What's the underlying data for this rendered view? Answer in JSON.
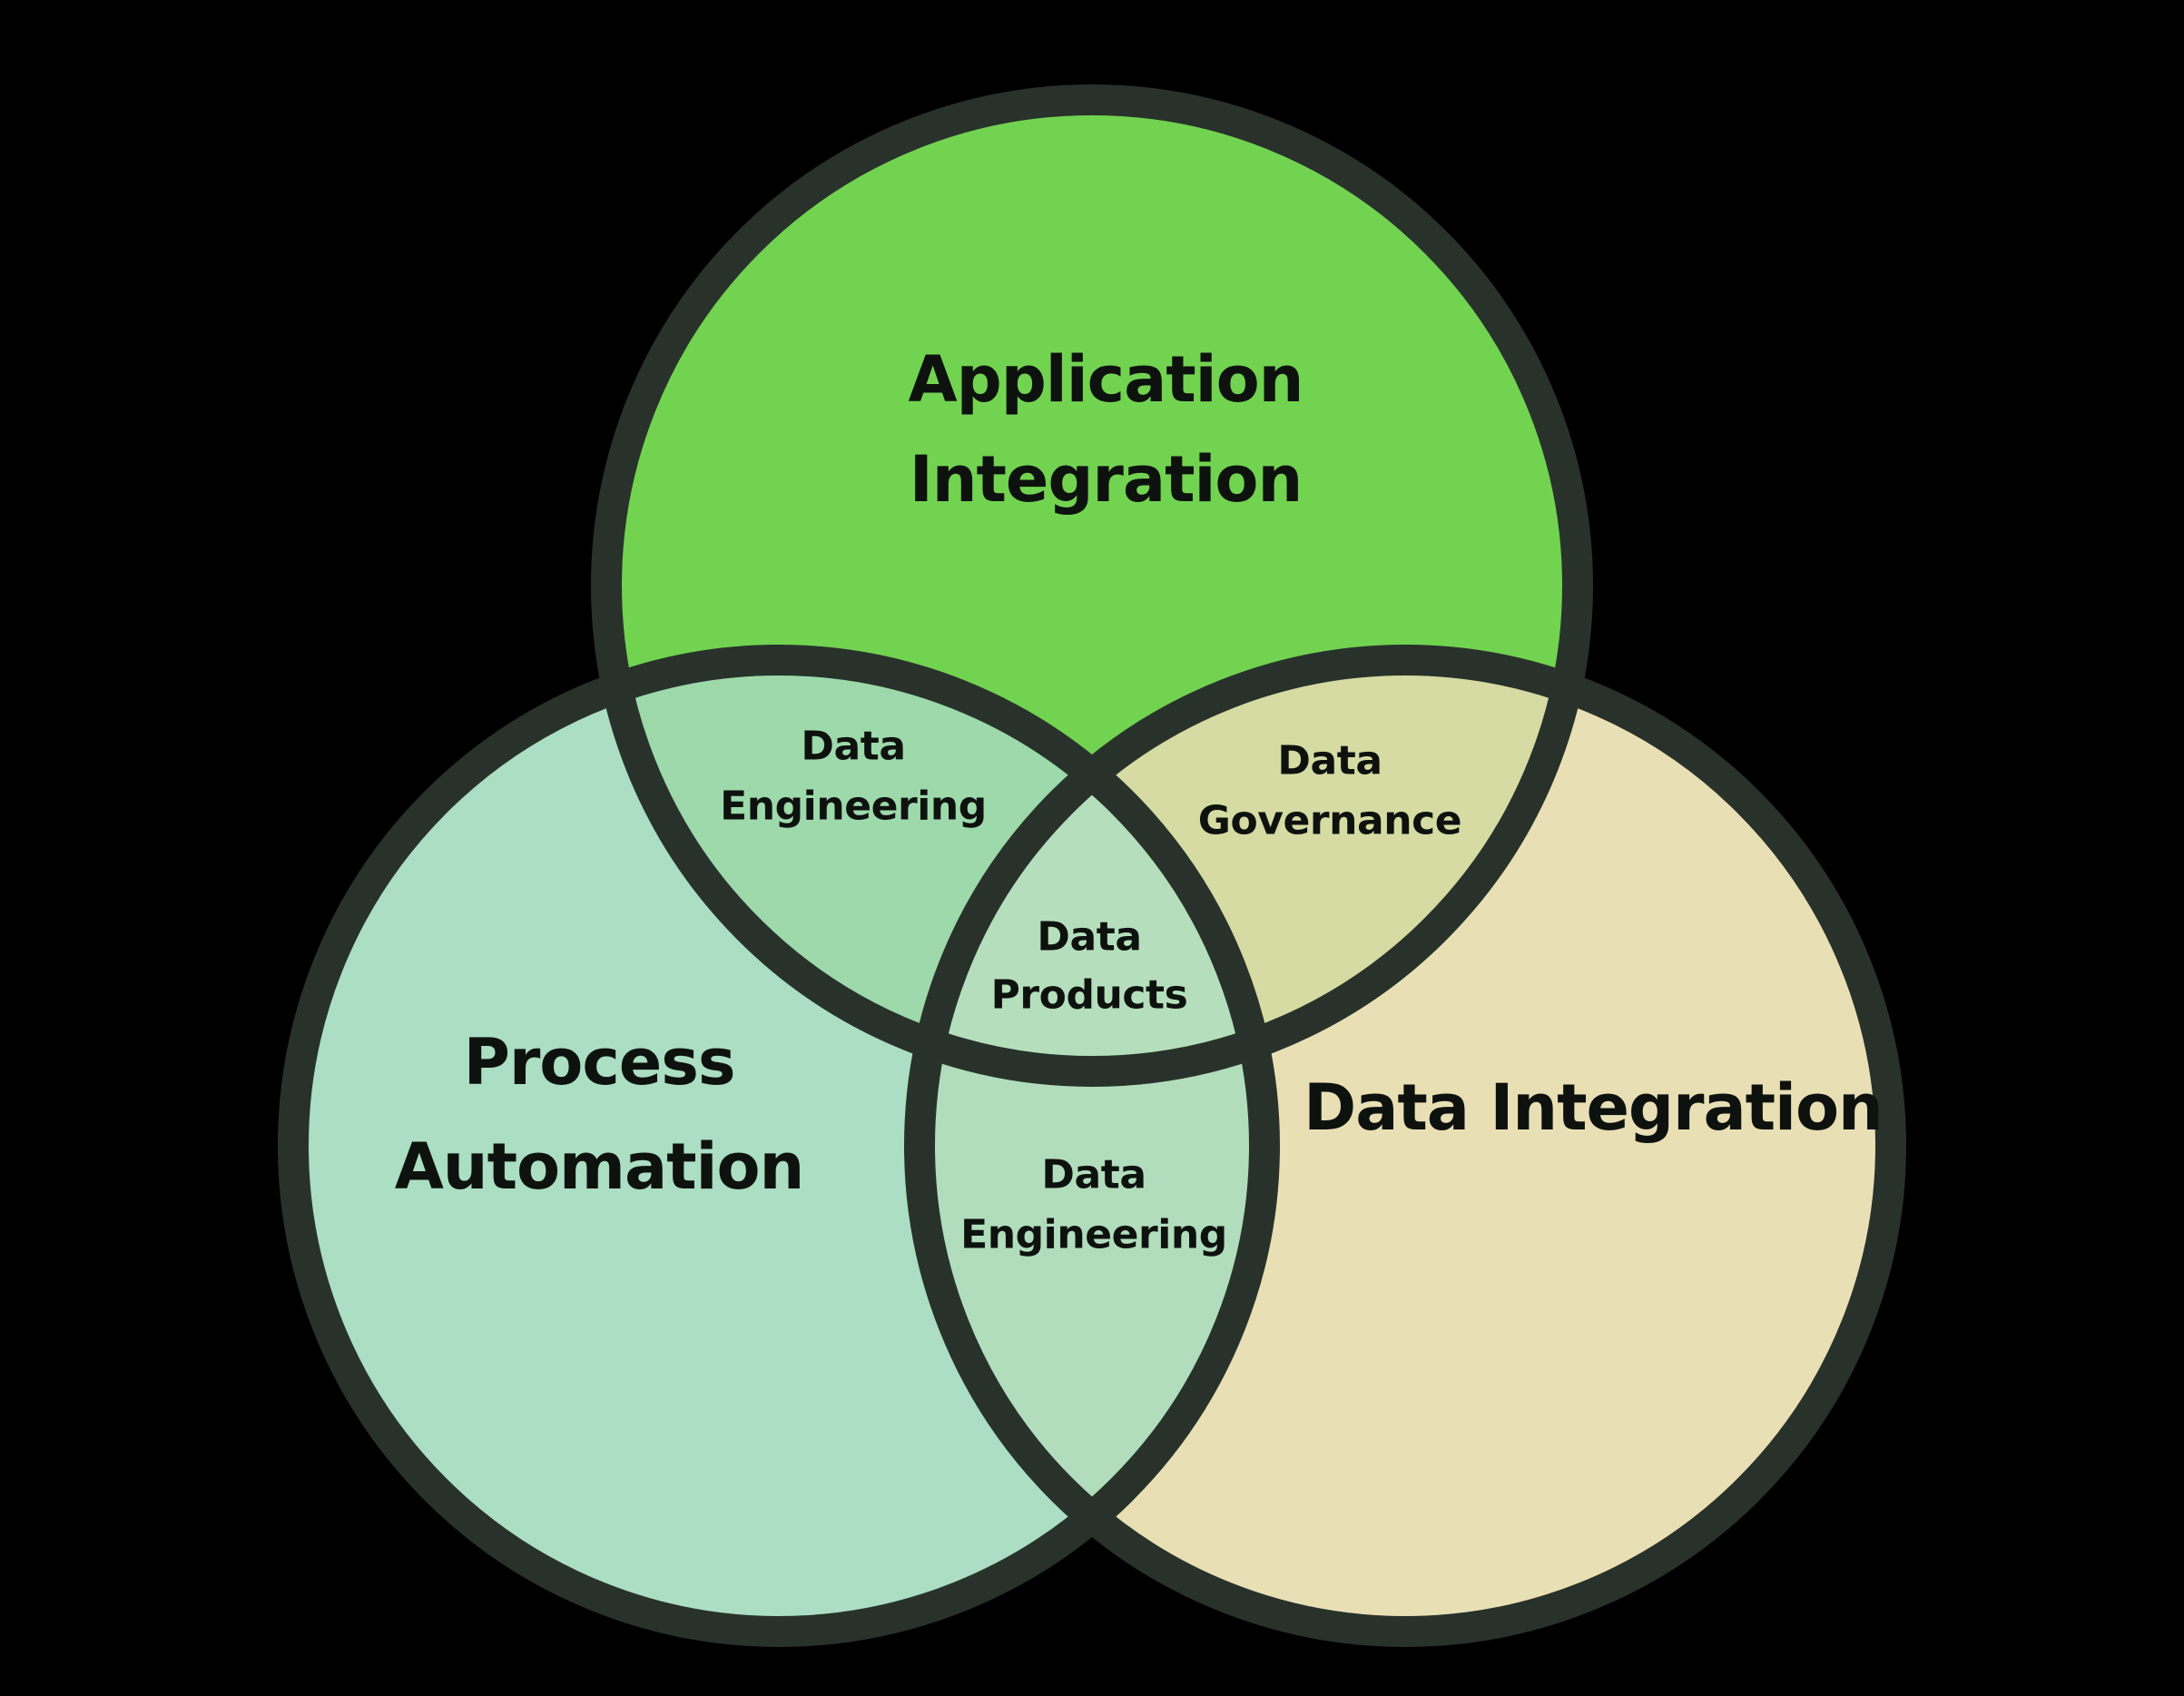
{
  "diagram": {
    "type": "venn",
    "background_color": "#000000",
    "outline_color": "#28322a",
    "text_color": "#0e120e",
    "circles": [
      {
        "id": "application-integration",
        "label": "Application Integration",
        "color": "#72d351"
      },
      {
        "id": "process-automation",
        "label": "Process Automation",
        "color": "#abdec2"
      },
      {
        "id": "data-integration",
        "label": "Data Integration",
        "color": "#e9dfb5"
      }
    ],
    "overlaps": [
      {
        "between": [
          "Application Integration",
          "Process Automation"
        ],
        "label": "Data Engineering",
        "color": "#9dd9ab"
      },
      {
        "between": [
          "Application Integration",
          "Data Integration"
        ],
        "label": "Data Governance",
        "color": "#d5dba2"
      },
      {
        "between": [
          "Process Automation",
          "Data Integration"
        ],
        "label": "Data Engineering",
        "color": "#b1ddbd"
      },
      {
        "between": [
          "Application Integration",
          "Process Automation",
          "Data Integration"
        ],
        "label": "Data Products",
        "color": "#b5dfbc"
      }
    ]
  },
  "labels": {
    "application_integration": {
      "line1": "Application",
      "line2": "Integration"
    },
    "process_automation": {
      "line1": "Process",
      "line2": "Automation"
    },
    "data_integration": {
      "line1": "Data Integration"
    },
    "data_engineering_top": {
      "line1": "Data",
      "line2": "Engineering"
    },
    "data_governance": {
      "line1": "Data",
      "line2": "Governance"
    },
    "data_products": {
      "line1": "Data",
      "line2": "Products"
    },
    "data_engineering_bottom": {
      "line1": "Data",
      "line2": "Engineering"
    }
  }
}
